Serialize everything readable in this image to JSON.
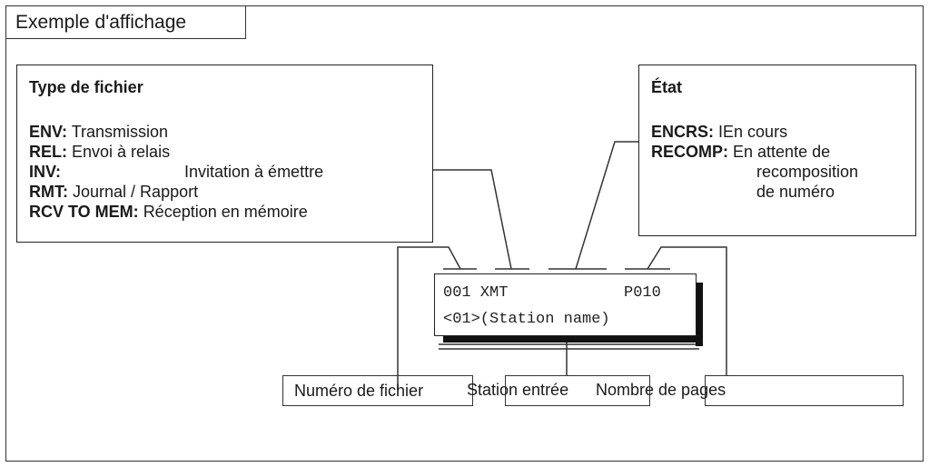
{
  "title": "Exemple d'affichage",
  "type_box": {
    "heading": "Type de fichier",
    "rows": [
      {
        "key": "ENV:",
        "value": "Transmission"
      },
      {
        "key": "REL:",
        "value": "Envoi à relais"
      },
      {
        "key": "INV:",
        "value": "Invitation à émettre"
      },
      {
        "key": "RMT:",
        "value": "Journal / Rapport"
      },
      {
        "key": "RCV TO MEM:",
        "value": "Réception en mémoire"
      }
    ]
  },
  "etat_box": {
    "heading": "État",
    "rows": [
      {
        "key": "ENCRS:",
        "value": "IEn cours"
      },
      {
        "key": "RECOMP:",
        "value": "En attente de"
      }
    ],
    "continuation": [
      "recomposition",
      "de numéro"
    ]
  },
  "display": {
    "line1_left": "001 XMT",
    "line1_right": "P010",
    "line2": "<01>(Station name)"
  },
  "labels": {
    "file_number": "Numéro de fichier",
    "station": "Station entrée",
    "pages": "Nombre de pages"
  }
}
